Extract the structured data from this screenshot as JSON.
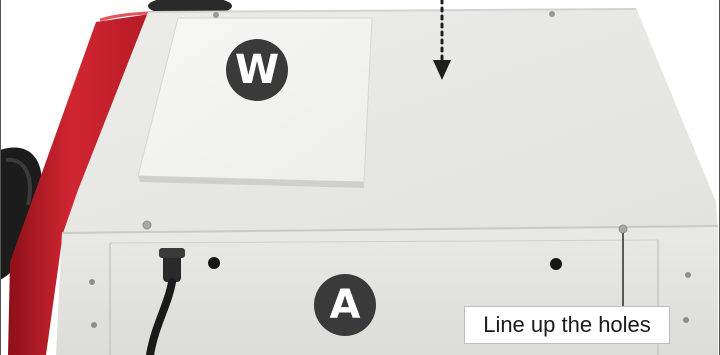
{
  "badges": {
    "top_panel": "W",
    "front_panel": "A"
  },
  "callout": {
    "text": "Line up the holes"
  },
  "colors": {
    "housing_red": "#c8202b",
    "panel_gray": "#e8e8e4",
    "front_gray": "#e4e4e0",
    "badge_fill": "#3a3a3a",
    "arrow": "#1f1f1f"
  },
  "icons": [
    "dotted-arrow-down-icon"
  ]
}
